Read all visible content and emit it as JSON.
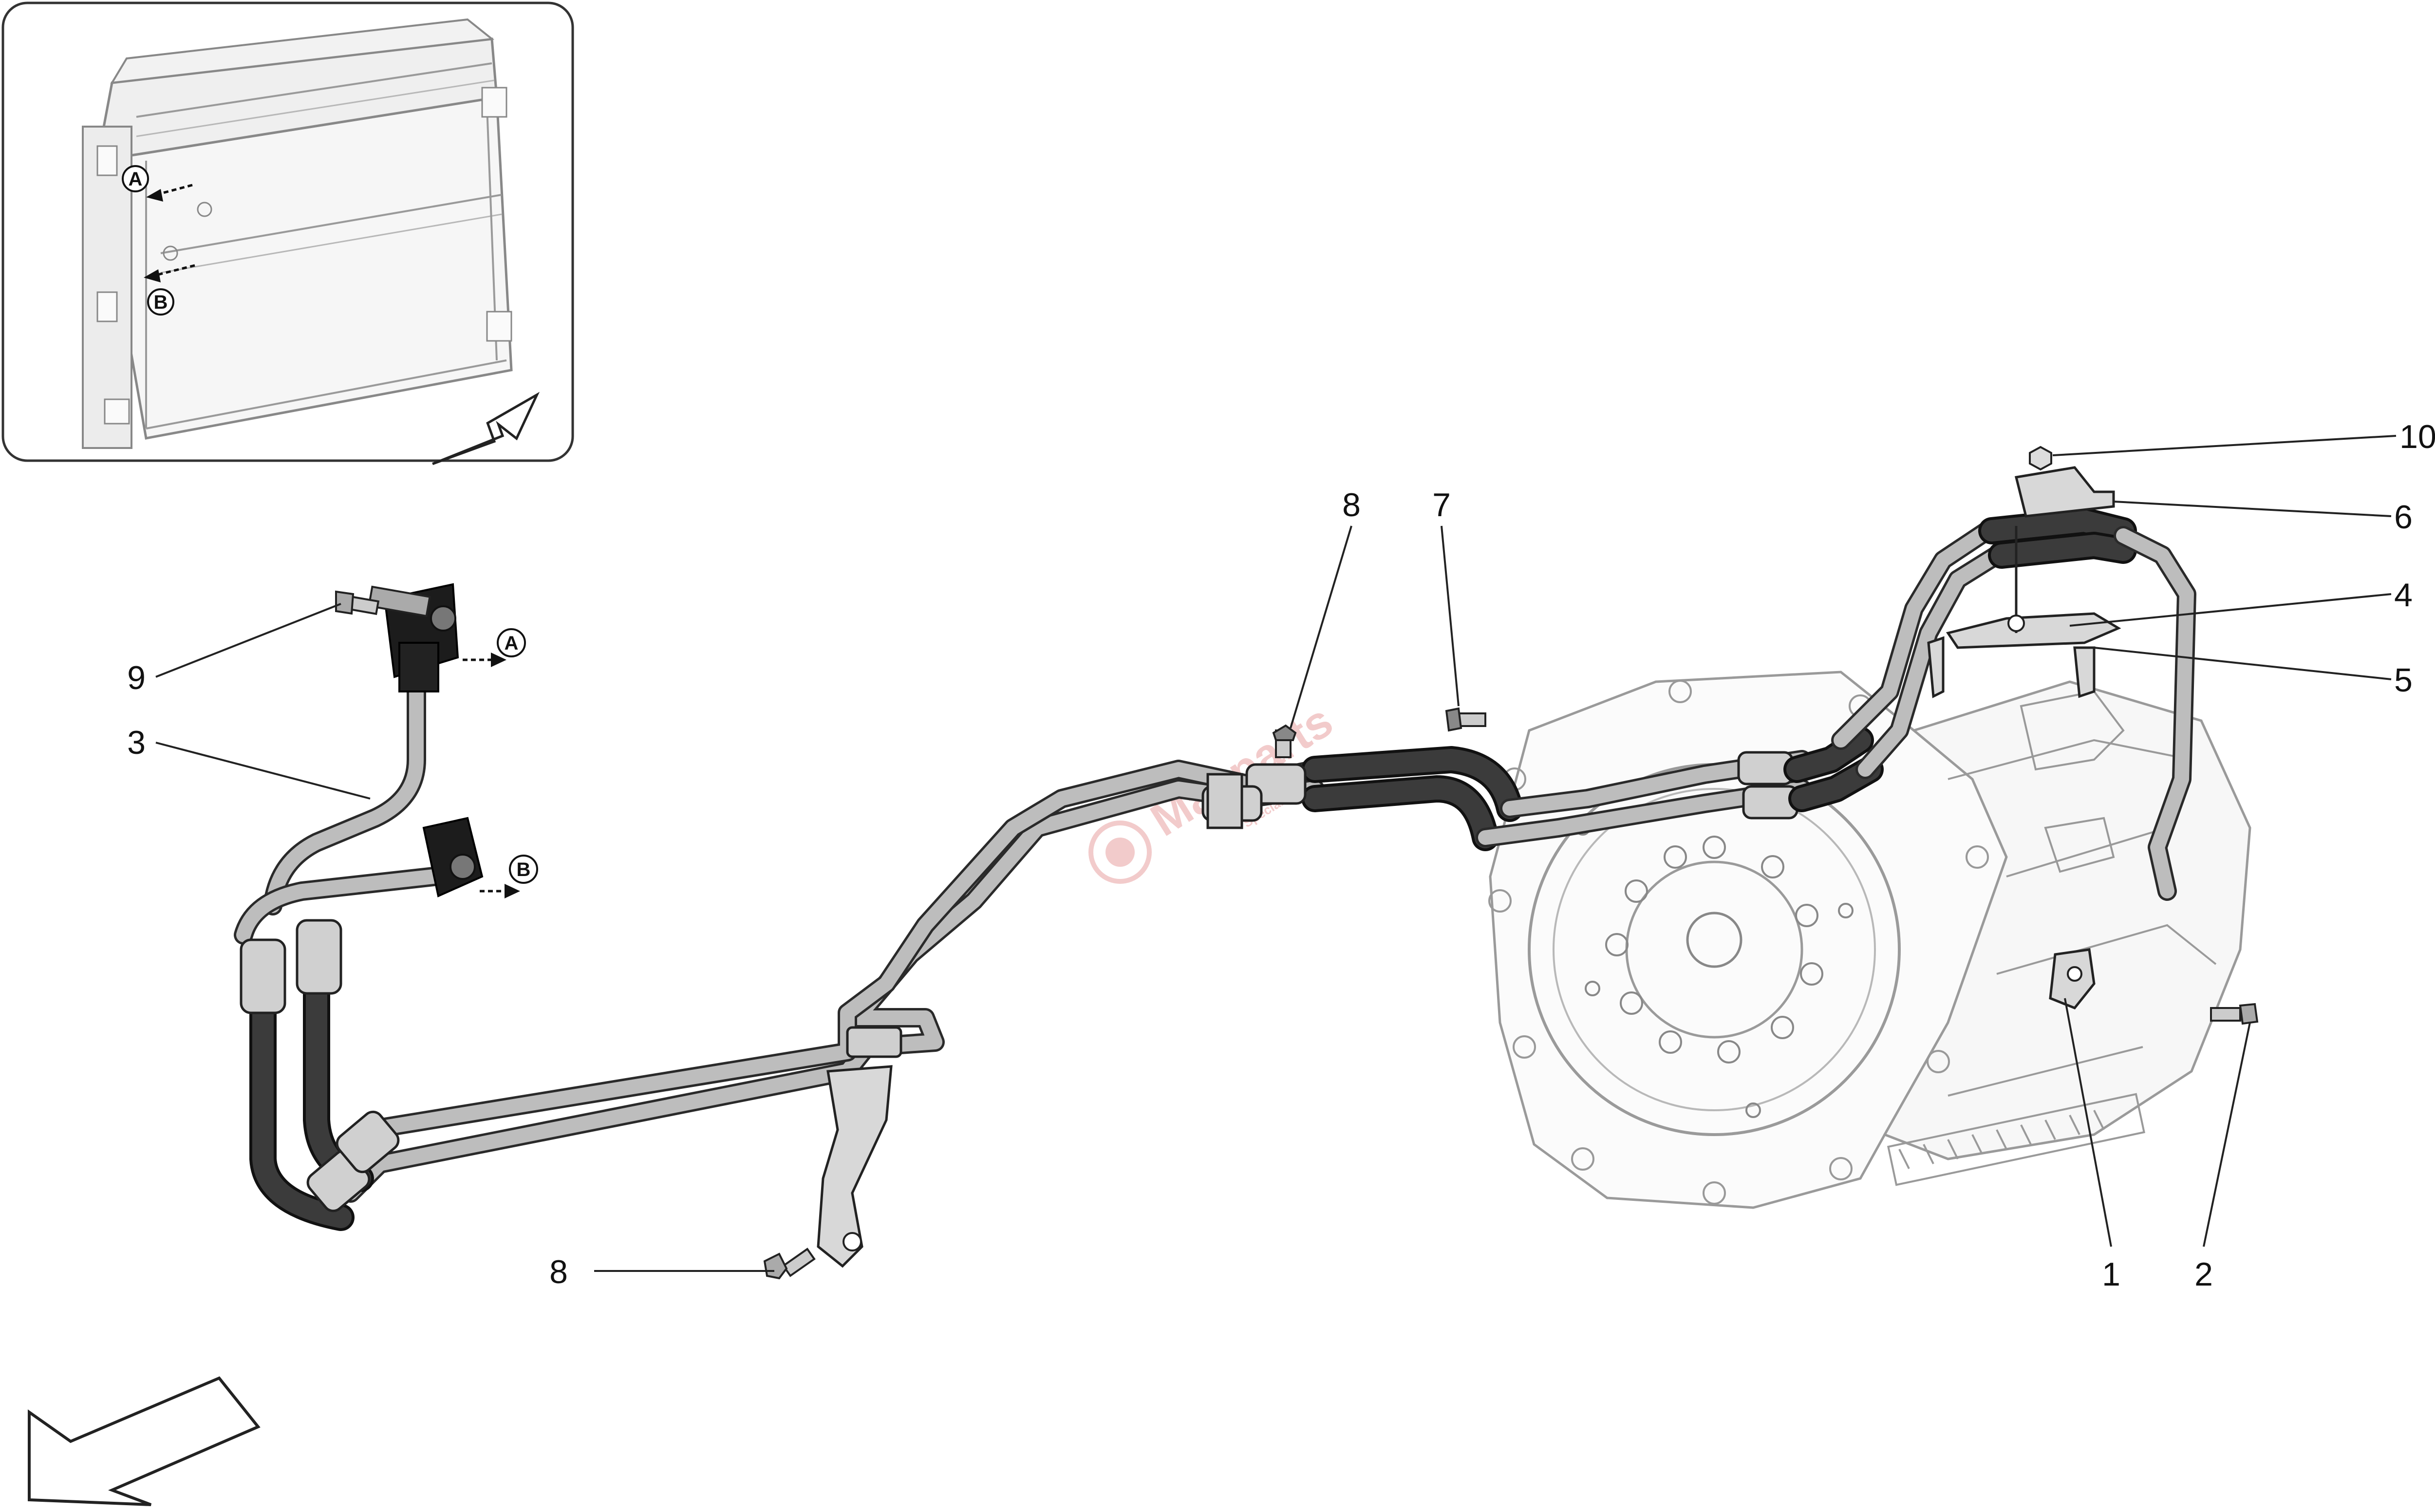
{
  "callouts": {
    "c1": "1",
    "c2": "2",
    "c3": "3",
    "c4": "4",
    "c5": "5",
    "c6": "6",
    "c7": "7",
    "c8_top": "8",
    "c8_bottom": "8",
    "c9": "9",
    "c10": "10"
  },
  "connection_labels": {
    "inset_a": "A",
    "inset_b": "B",
    "main_a": "A",
    "main_b": "B"
  },
  "watermark": {
    "brand": "Masparts",
    "tagline": "Specialist"
  },
  "colors": {
    "pipe": "#bdbdbd",
    "hose": "#1c1c1c",
    "line_art": "#9a9a9a",
    "watermark": "#e8a0a0"
  }
}
